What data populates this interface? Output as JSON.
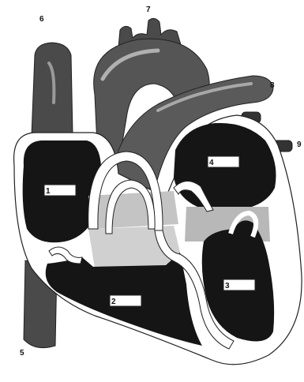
{
  "diagram": {
    "labels": {
      "n1": "1",
      "n2": "2",
      "n3": "3",
      "n4": "4",
      "n5": "5",
      "n6": "6",
      "n7": "7",
      "n8": "8",
      "n9": "9"
    },
    "colors": {
      "chamber": "#151515",
      "vessel": "#4a4a4a",
      "septum": "#ffffff",
      "light": "#bdbdbd",
      "outline": "#222222"
    }
  }
}
